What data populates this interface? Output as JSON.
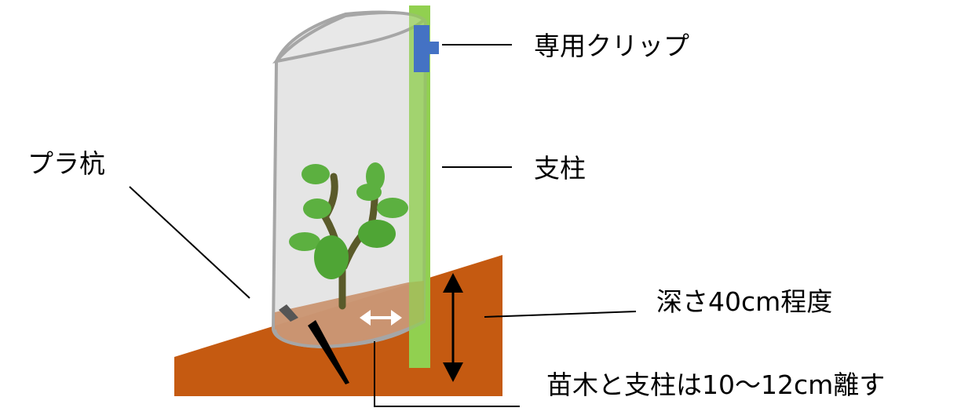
{
  "labels": {
    "clip": "専用クリップ",
    "pole": "支柱",
    "plastic_stake": "プラ杭",
    "depth": "深さ40cm程度",
    "spacing": "苗木と支柱は10～12cm離す"
  },
  "colors": {
    "soil": "#c55a11",
    "pole": "#92d050",
    "clip": "#4472c4",
    "tube": "#e0e0e0",
    "leaf": "#5cb040",
    "trunk": "#5a5a2a"
  }
}
